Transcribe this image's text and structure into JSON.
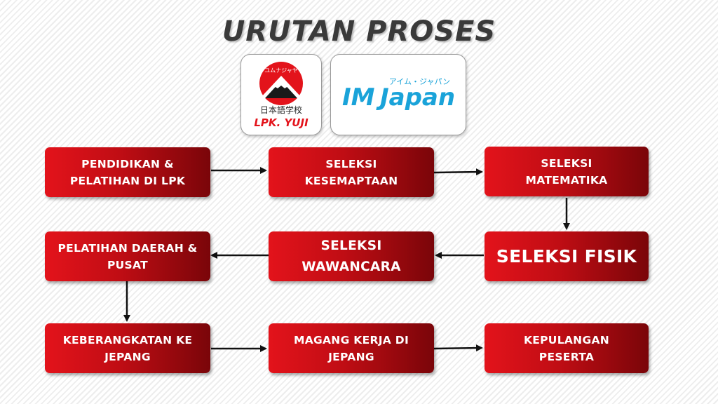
{
  "title": "URUTAN PROSES",
  "logos": {
    "lpk_yuji": {
      "katakana": "ユムナジャヤ",
      "kanji": "日本語学校",
      "name": "LPK. YUJI"
    },
    "imjapan": {
      "im": "IM",
      "japan": "Japan",
      "katakana": "アイム・ジャパン"
    }
  },
  "steps": [
    {
      "label": "PENDIDIKAN &\nPELATIHAN DI LPK"
    },
    {
      "label": "SELEKSI\nKESEMAPTAAN"
    },
    {
      "label": "SELEKSI\nMATEMATIKA"
    },
    {
      "label": "SELEKSI FISIK"
    },
    {
      "label": "SELEKSI\nWAWANCARA"
    },
    {
      "label": "PELATIHAN DAERAH &\nPUSAT"
    },
    {
      "label": "KEBERANGKATAN KE\nJEPANG"
    },
    {
      "label": "MAGANG KERJA DI\nJEPANG"
    },
    {
      "label": "KEPULANGAN\nPESERTA"
    }
  ],
  "colors": {
    "box_light": "#e3131b",
    "box_dark": "#7a0509",
    "title": "#3a3a3a",
    "arrow": "#111111",
    "imjapan_blue": "#1aa3d9",
    "lpk_red": "#e3131b"
  }
}
